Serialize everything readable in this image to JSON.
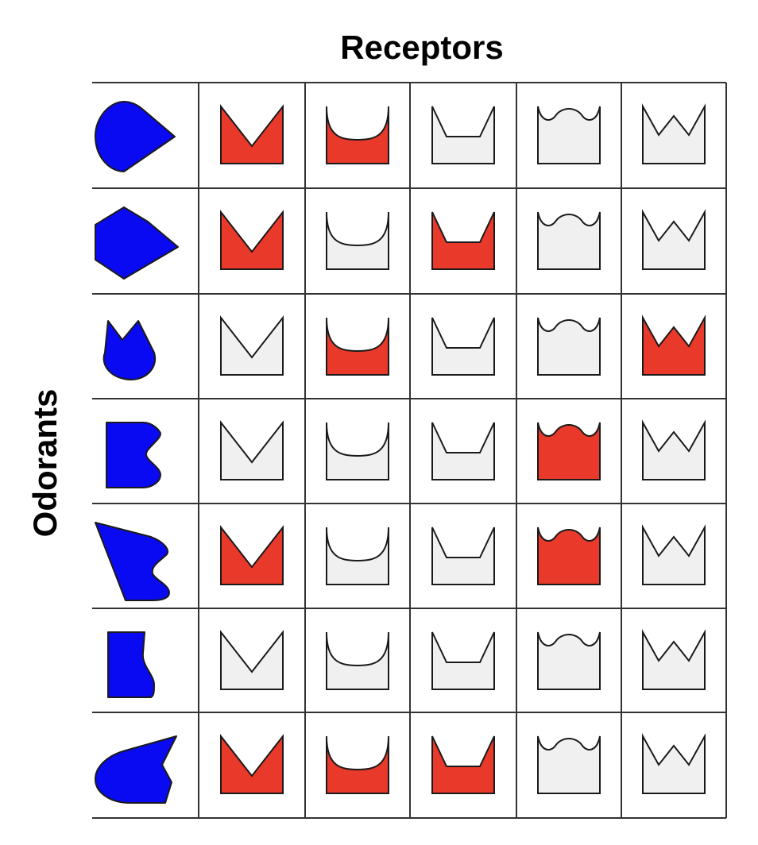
{
  "labels": {
    "columns_title": "Receptors",
    "rows_title": "Odorants"
  },
  "colors": {
    "odorant_fill": "#0a0af2",
    "activated_receptor_fill": "#e8392a",
    "inactive_receptor_fill": "#f0f0f0",
    "outline": "#1a1a1a",
    "grid_line": "#333333"
  },
  "receptors": [
    "V-notch",
    "U-notch",
    "flat-notch",
    "wave-notch",
    "double-V-notch"
  ],
  "odorants": [
    {
      "shape": "round-point",
      "activates": [
        true,
        true,
        false,
        false,
        false
      ]
    },
    {
      "shape": "hexagon-point",
      "activates": [
        true,
        false,
        true,
        false,
        false
      ]
    },
    {
      "shape": "forked-drop",
      "activates": [
        false,
        true,
        false,
        false,
        true
      ]
    },
    {
      "shape": "square-wave-notch",
      "activates": [
        false,
        false,
        false,
        true,
        false
      ]
    },
    {
      "shape": "trapezoid-wave-notch",
      "activates": [
        true,
        false,
        false,
        true,
        false
      ]
    },
    {
      "shape": "square-curve-side",
      "activates": [
        false,
        false,
        false,
        false,
        false
      ]
    },
    {
      "shape": "round-flat-notch",
      "activates": [
        true,
        true,
        true,
        false,
        false
      ]
    }
  ]
}
